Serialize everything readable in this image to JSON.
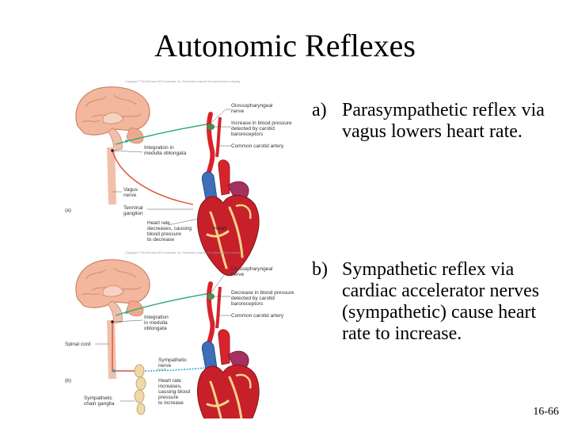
{
  "slide": {
    "title": "Autonomic Reflexes",
    "page_number": "16-66"
  },
  "bullets": [
    {
      "marker": "a)",
      "text": "Parasympathetic reflex via vagus lowers heart rate."
    },
    {
      "marker": "b)",
      "text": "Sympathetic reflex via cardiac accelerator nerves (sympathetic) cause heart rate to increase."
    }
  ],
  "figure_a": {
    "copyright": "Copyright © The McGraw-Hill Companies, Inc. Permission required for reproduction or display.",
    "panel_label": "(a)",
    "labels": {
      "glossopharyngeal_1": "Glossopharyngeal",
      "glossopharyngeal_2": "nerve",
      "bp_1": "Increase in blood pressure",
      "bp_2": "detected by carotid",
      "bp_3": "baroreceptors",
      "carotid": "Common carotid artery",
      "integration_1": "Integration in",
      "integration_2": "medulla oblongata",
      "vagus_1": "Vagus",
      "vagus_2": "nerve",
      "terminal_1": "Terminal",
      "terminal_2": "ganglion",
      "hr_1": "Heart rate",
      "hr_2": "decreases, causing",
      "hr_3": "blood pressure",
      "hr_4": "to decrease",
      "heart": "Heart"
    }
  },
  "figure_b": {
    "copyright": "Copyright © The McGraw-Hill Companies, Inc. Permission required for reproduction or display.",
    "panel_label": "(b)",
    "labels": {
      "glossopharyngeal_1": "Glossopharyngeal",
      "glossopharyngeal_2": "nerve",
      "bp_1": "Decrease in blood pressure",
      "bp_2": "detected by carotid",
      "bp_3": "baroreceptors",
      "carotid": "Common carotid artery",
      "integration_1": "Integration",
      "integration_2": "in medulla",
      "integration_3": "oblongata",
      "spinal": "Spinal cord",
      "sympathetic_1": "Sympathetic",
      "sympathetic_2": "nerve",
      "hr_1": "Heart rate",
      "hr_2": "increases,",
      "hr_3": "causing blood",
      "hr_4": "pressure",
      "hr_5": "to increase",
      "chain_1": "Sympathetic",
      "chain_2": "chain ganglia"
    }
  },
  "colors": {
    "nerve_green": "#2fae72",
    "nerve_red": "#e0513a",
    "nerve_cyan": "#1aa7c9",
    "artery_red": "#d9232a",
    "heart_red": "#c8202a",
    "brain_pink": "#f2b79c",
    "vein_blue": "#3d6fb8"
  }
}
